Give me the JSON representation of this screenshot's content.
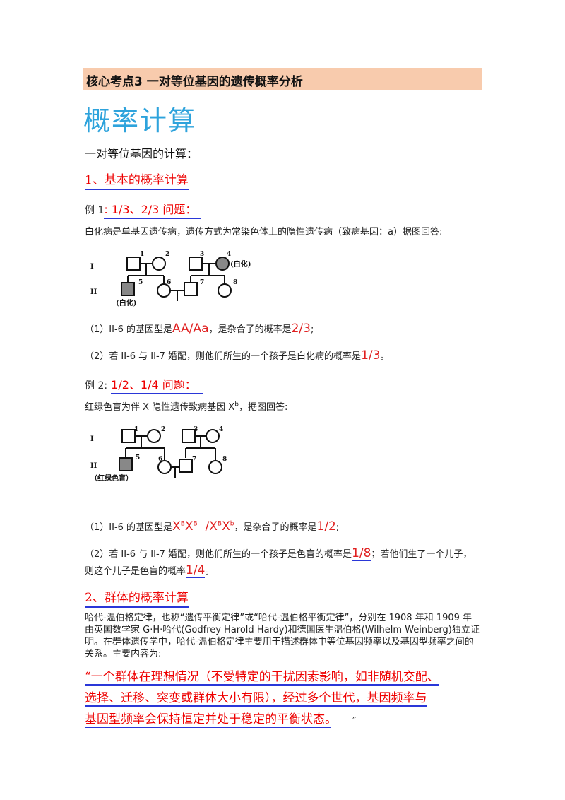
{
  "header": {
    "band": "核心考点3 一对等位基因的遗传概率分析",
    "title": "概率计算",
    "subtitle": "一对等位基因的计算："
  },
  "section1": {
    "heading": "1、基本的概率计算"
  },
  "example1": {
    "label": "例 1",
    "topic": ": 1/3、2/3 问题：",
    "intro": "白化病是单基因遗传病，遗传方式为常染色体上的隐性遗传病（致病基因：a）据图回答:",
    "pedigree": {
      "gen1": "I",
      "gen2": "II",
      "n1": "1",
      "n2": "2",
      "n3": "3",
      "n4": "4",
      "n5": "5",
      "n6": "6",
      "n7": "7",
      "n8": "8",
      "label4": "(白化)",
      "label5": "(白化)"
    },
    "q1_prefix": "（1）II-6 的基因型是",
    "q1_ans1": "AA/Aa",
    "q1_mid": "，是杂合子的概率是",
    "q1_ans2": "2/3",
    "q1_end": ";",
    "q2_prefix": "（2）若 II-6 与 II-7 婚配，则他们所生的一个孩子是白化病的概率是",
    "q2_ans": "1/3",
    "q2_end": "。"
  },
  "example2": {
    "label": "例 2:",
    "topic": "1/2、1/4 问题：",
    "intro": "红绿色盲为伴 X 隐性遗传致病基因 X",
    "intro_sup": "b",
    "intro_end": "，据图回答:",
    "pedigree": {
      "gen1": "I",
      "gen2": "II",
      "n1": "1",
      "n2": "2",
      "n3": "3",
      "n4": "4",
      "n5": "5",
      "n6": "6",
      "n7": "7",
      "n8": "8",
      "label5": "（红绿色盲）"
    },
    "q1_prefix": "（1）II-6 的基因型是",
    "q1_end": "，是杂合子的概率是",
    "q1_ans2": "1/2",
    "q1_end2": ";",
    "q2_prefix": "（2）若 II-6 与 II-7 婚配，则他们所生的一个孩子是色盲的概率是",
    "q2_ans": "1/8",
    "q2_mid": "；若他们生了一个儿子，",
    "q2_line2": "则这个儿子是色盲的概率",
    "q2_ans2": "1/4",
    "q2_end": "。"
  },
  "section2": {
    "heading": "2、群体的概率计算",
    "para": "哈代-温伯格定律，也称“遗传平衡定律”或“哈代-温伯格平衡定律”，分别在 1908 年和 1909 年由英国数学家 G·H·哈代(Godfrey Harold Hardy)和德国医生温伯格(Wilhelm Weinberg)独立证明。在群体遗传学中，哈代-温伯格定律主要用于描述群体中等位基因频率以及基因型频率之间的关系。主要内容为:",
    "quote1": "“一个群体在理想情况（不受特定的干扰因素影响，如非随机交配、",
    "quote2": "选择、迁移、突变或群体大小有限），经过多个世代，基因频率与",
    "quote3": "基因型频率会保持恒定并处于稳定的平衡状态。",
    "quote_end": "”"
  }
}
